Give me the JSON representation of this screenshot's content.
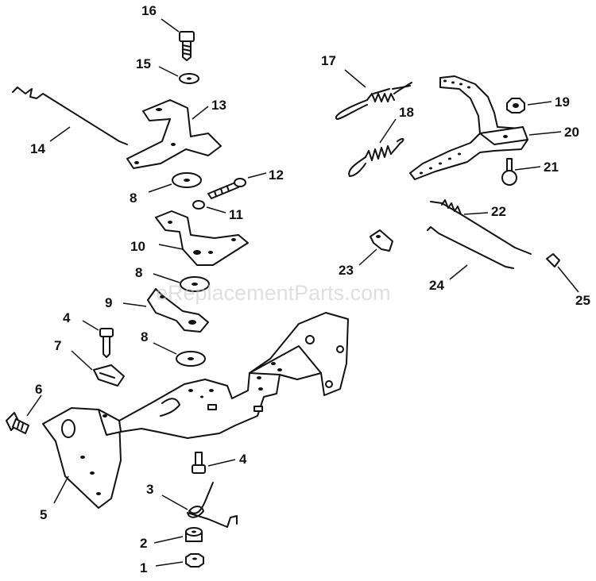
{
  "watermark": "eReplacementParts.com",
  "callouts": {
    "c1": "1",
    "c2": "2",
    "c3": "3",
    "c4a": "4",
    "c4b": "4",
    "c5": "5",
    "c6": "6",
    "c7": "7",
    "c8a": "8",
    "c8b": "8",
    "c8c": "8",
    "c9": "9",
    "c10": "10",
    "c11": "11",
    "c12": "12",
    "c13": "13",
    "c14": "14",
    "c15": "15",
    "c16": "16",
    "c17": "17",
    "c18": "18",
    "c19": "19",
    "c20": "20",
    "c21": "21",
    "c22": "22",
    "c23": "23",
    "c24": "24",
    "c25": "25"
  }
}
